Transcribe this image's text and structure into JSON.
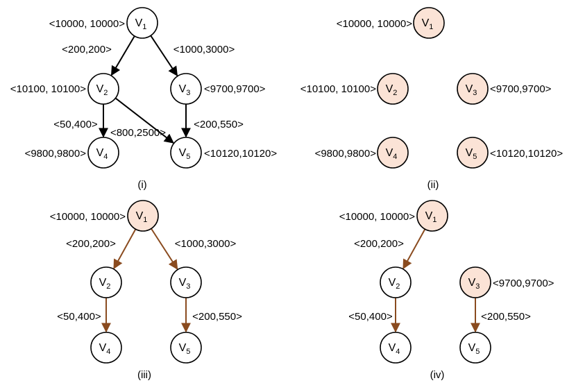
{
  "colors": {
    "black_edge": "#000000",
    "brown_edge": "#8a4b1f",
    "highlight_fill": "#fbe3d6",
    "node_fill": "#ffffff"
  },
  "panels": [
    {
      "caption": "(i)",
      "nodes": [
        {
          "id": "V1",
          "name": "V",
          "sub": "1",
          "label": "<10000, 10000>",
          "highlight": false
        },
        {
          "id": "V2",
          "name": "V",
          "sub": "2",
          "label": "<10100, 10100>",
          "highlight": false
        },
        {
          "id": "V3",
          "name": "V",
          "sub": "3",
          "label": "<9700,9700>",
          "highlight": false
        },
        {
          "id": "V4",
          "name": "V",
          "sub": "4",
          "label": "<9800,9800>",
          "highlight": false
        },
        {
          "id": "V5",
          "name": "V",
          "sub": "5",
          "label": "<10120,10120>",
          "highlight": false
        }
      ],
      "edges": [
        {
          "from": "V1",
          "to": "V2",
          "label": "<200,200>",
          "color": "black"
        },
        {
          "from": "V1",
          "to": "V3",
          "label": "<1000,3000>",
          "color": "black"
        },
        {
          "from": "V2",
          "to": "V4",
          "label": "<50,400>",
          "color": "black"
        },
        {
          "from": "V2",
          "to": "V5",
          "label": "<800,2500>",
          "color": "black"
        },
        {
          "from": "V3",
          "to": "V5",
          "label": "<200,550>",
          "color": "black"
        }
      ]
    },
    {
      "caption": "(ii)",
      "nodes": [
        {
          "id": "V1",
          "name": "V",
          "sub": "1",
          "label": "<10000, 10000>",
          "highlight": true
        },
        {
          "id": "V2",
          "name": "V",
          "sub": "2",
          "label": "<10100, 10100>",
          "highlight": true
        },
        {
          "id": "V3",
          "name": "V",
          "sub": "3",
          "label": "<9700,9700>",
          "highlight": true
        },
        {
          "id": "V4",
          "name": "V",
          "sub": "4",
          "label": "<9800,9800>",
          "highlight": true
        },
        {
          "id": "V5",
          "name": "V",
          "sub": "5",
          "label": "<10120,10120>",
          "highlight": true
        }
      ],
      "edges": []
    },
    {
      "caption": "(iii)",
      "nodes": [
        {
          "id": "V1",
          "name": "V",
          "sub": "1",
          "label": "<10000, 10000>",
          "highlight": true
        },
        {
          "id": "V2",
          "name": "V",
          "sub": "2",
          "label": "",
          "highlight": false
        },
        {
          "id": "V3",
          "name": "V",
          "sub": "3",
          "label": "",
          "highlight": false
        },
        {
          "id": "V4",
          "name": "V",
          "sub": "4",
          "label": "",
          "highlight": false
        },
        {
          "id": "V5",
          "name": "V",
          "sub": "5",
          "label": "",
          "highlight": false
        }
      ],
      "edges": [
        {
          "from": "V1",
          "to": "V2",
          "label": "<200,200>",
          "color": "brown"
        },
        {
          "from": "V1",
          "to": "V3",
          "label": "<1000,3000>",
          "color": "brown"
        },
        {
          "from": "V2",
          "to": "V4",
          "label": "<50,400>",
          "color": "brown"
        },
        {
          "from": "V3",
          "to": "V5",
          "label": "<200,550>",
          "color": "brown"
        }
      ]
    },
    {
      "caption": "(iv)",
      "nodes": [
        {
          "id": "V1",
          "name": "V",
          "sub": "1",
          "label": "<10000, 10000>",
          "highlight": true
        },
        {
          "id": "V2",
          "name": "V",
          "sub": "2",
          "label": "",
          "highlight": false
        },
        {
          "id": "V3",
          "name": "V",
          "sub": "3",
          "label": "<9700,9700>",
          "highlight": true
        },
        {
          "id": "V4",
          "name": "V",
          "sub": "4",
          "label": "",
          "highlight": false
        },
        {
          "id": "V5",
          "name": "V",
          "sub": "5",
          "label": "",
          "highlight": false
        }
      ],
      "edges": [
        {
          "from": "V1",
          "to": "V2",
          "label": "<200,200>",
          "color": "brown"
        },
        {
          "from": "V2",
          "to": "V4",
          "label": "<50,400>",
          "color": "brown"
        },
        {
          "from": "V3",
          "to": "V5",
          "label": "<200,550>",
          "color": "brown"
        }
      ]
    }
  ]
}
